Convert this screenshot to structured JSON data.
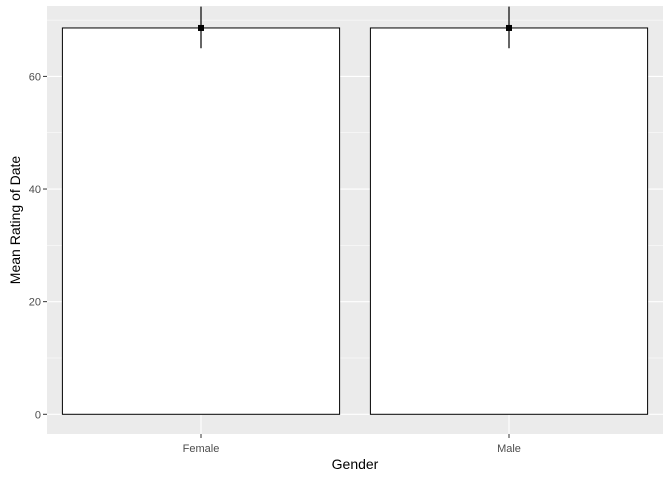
{
  "chart_data": {
    "type": "bar",
    "categories": [
      "Female",
      "Male"
    ],
    "values": [
      68.6,
      68.6
    ],
    "error_bars": [
      {
        "low": 65.0,
        "high": 72.4
      },
      {
        "low": 65.0,
        "high": 72.4
      }
    ],
    "xlabel": "Gender",
    "ylabel": "Mean Rating of Date",
    "ylim": [
      -3.5,
      72.5
    ],
    "yticks": [
      0,
      20,
      40,
      60
    ],
    "grid": true,
    "legend": "none",
    "colors": {
      "panel_background": "#ebebeb",
      "grid_major": "#ffffff",
      "bar_fill": "#ffffff",
      "bar_outline": "#000000",
      "error_bar": "#000000"
    }
  }
}
